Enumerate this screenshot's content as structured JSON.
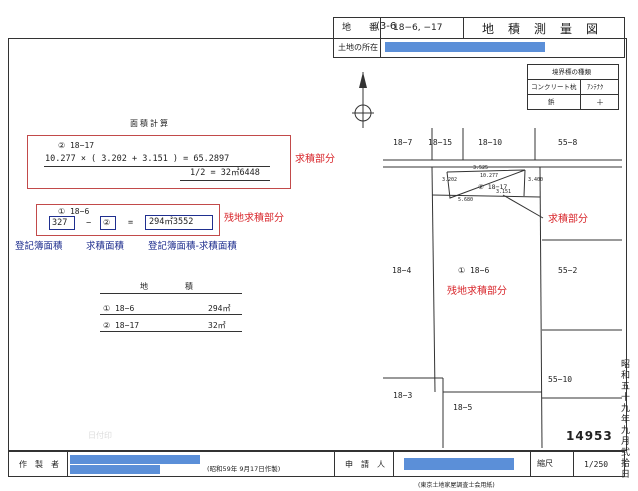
{
  "header": {
    "handwritten_note": "(3-6",
    "lot_label": "地　　番",
    "lot_value": "18−6, −17",
    "doc_title": "地　積　測　量　図",
    "location_label": "土地の所在"
  },
  "legend": {
    "header": "境界標の種類",
    "rows": [
      {
        "kind": "コンクリート杭",
        "mark": "ｱﾝﾃﾅｸ"
      },
      {
        "kind": "鋲",
        "mark": "＋"
      }
    ]
  },
  "calc": {
    "title": "面積計算",
    "block1": {
      "label": "②  18−17",
      "line1": "10.277 × ( 3.202 + 3.151 ) = 65.2897",
      "line2": "1/2 = 32㎡6448"
    },
    "block2": {
      "label": "①  18−6",
      "v1": "327",
      "minus": "−",
      "v2": "②",
      "equals": "=",
      "result": "294㎡3552"
    }
  },
  "annotations": {
    "a1": "求積部分",
    "a2": "残地求積部分",
    "a3": "登記簿面積",
    "a4": "求積面積",
    "a5": "登記簿面積-求積面積",
    "a6": "求積部分",
    "a7": "残地求積部分"
  },
  "area_table": {
    "h1": "地",
    "h2": "積",
    "rows": [
      {
        "lot": "①  18−6",
        "area": "294㎡"
      },
      {
        "lot": "②  18−17",
        "area": "32㎡"
      }
    ]
  },
  "map": {
    "labels": {
      "n18_7": "18−7",
      "n18_15": "18−15",
      "n18_10": "18−10",
      "n55_8": "55−8",
      "n18_4": "18−4",
      "n18_6": "①  18−6",
      "n55_2": "55−2",
      "n55_10": "55−10",
      "n18_3": "18−3",
      "n18_5": "18−5",
      "n18_17": "②  18−17",
      "d1": "3.525",
      "d2": "10.277",
      "d3": "3.400",
      "d4": "5.680",
      "d5": "3.202",
      "d6": "3.151"
    }
  },
  "footer": {
    "maker_label": "作　製　者",
    "date_note": "(昭和59年  9月17日作製)",
    "applicant_label": "申　請　人",
    "scale_label": "縮尺",
    "scale_value": "1/250",
    "stamp_number": "14953",
    "org_note": "(東京土地家屋調査士会用紙)",
    "side_date": "昭和五十九年九月弐拾日",
    "faint_stamp": "日付印"
  }
}
